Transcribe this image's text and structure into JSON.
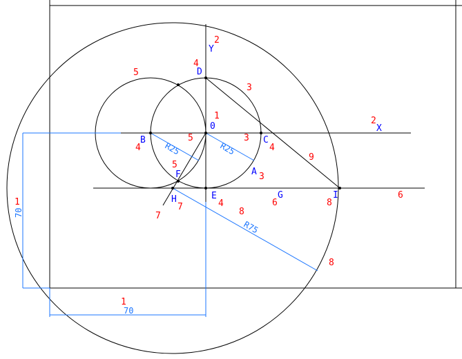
{
  "points": {
    "A": "A",
    "B": "B",
    "C": "C",
    "D": "D",
    "E": "E",
    "F": "F",
    "G": "G",
    "H": "H",
    "I": "I",
    "O": "0",
    "X": "X",
    "Y": "Y"
  },
  "step_numbers": {
    "y_axis": "2",
    "origin": "1",
    "d": "4",
    "arc_c": "3",
    "arc_b": "5",
    "b": "4",
    "r25_b": "5",
    "r25_o": "3",
    "c": "4",
    "x_axis": "2",
    "f": "5",
    "a": "3",
    "line_9": "9",
    "e": "4",
    "g": "6",
    "i": "8",
    "line_6": "6",
    "h": "7",
    "line_7": "7",
    "r75": "8",
    "arc_8": "8",
    "dim_v": "1",
    "dim_h": "1"
  },
  "dimensions": {
    "radius_small_1": "R25",
    "radius_small_2": "R25",
    "radius_large": "R75",
    "vertical": "70",
    "horizontal": "70"
  }
}
